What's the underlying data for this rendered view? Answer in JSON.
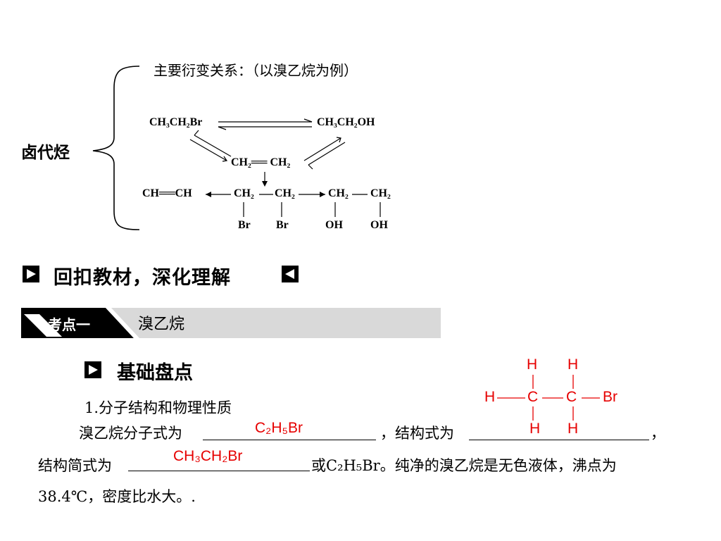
{
  "diagram": {
    "heading": "主要衍变关系：（以溴乙烷为例）",
    "left_label": "卤代烃",
    "nodes": {
      "bromoethane": "CH₃CH₂Br",
      "ethanol": "CH₃CH₂OH",
      "ethylene": "CH₂══ CH₂",
      "acetylene": "CH══CH",
      "dibromo_ch2_a": "CH₂",
      "dibromo_ch2_b": "CH₂",
      "diol_ch2_a": "CH₂",
      "diol_ch2_b": "CH₂",
      "br_a": "Br",
      "br_b": "Br",
      "oh_a": "OH",
      "oh_b": "OH"
    }
  },
  "section": {
    "title": "回扣教材，深化理解",
    "tab_label": "考点一",
    "tab_title": "溴乙烷"
  },
  "subsection": {
    "title": "基础盘点",
    "item1": "1.分子结构和物理性质"
  },
  "structure": {
    "atoms": [
      "H",
      "H",
      "H",
      "C",
      "C",
      "Br",
      "H",
      "H"
    ]
  },
  "body": {
    "line1_prefix": "溴乙烷分子式为",
    "molecular_formula": "C₂H₅Br",
    "line1_mid": "，结构式为",
    "line1_end": "，",
    "line2_prefix": "结构简式为",
    "condensed_formula": "CH₃CH₂Br",
    "line2_alt": "或C₂H₅Br。纯净的溴乙烷是无色液体，沸点为",
    "line3": "38.4℃，密度比水大。."
  },
  "colors": {
    "answer": "#e60000",
    "tab_bg": "#d9d9d9",
    "text": "#000000"
  }
}
